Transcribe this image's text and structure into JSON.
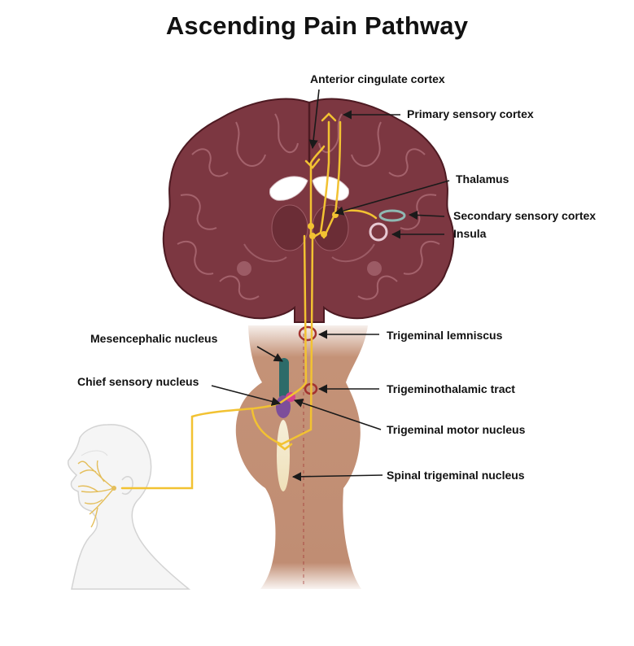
{
  "title": "Ascending Pain Pathway",
  "labels": {
    "anterior_cingulate_cortex": "Anterior cingulate cortex",
    "primary_sensory_cortex": "Primary sensory cortex",
    "thalamus": "Thalamus",
    "secondary_sensory_cortex": "Secondary sensory cortex",
    "insula": "Insula",
    "trigeminal_lemniscus": "Trigeminal lemniscus",
    "mesencephalic_nucleus": "Mesencephalic nucleus",
    "chief_sensory_nucleus": "Chief sensory nucleus",
    "trigeminothalamic_tract": "Trigeminothalamic tract",
    "trigeminal_motor_nucleus": "Trigeminal motor nucleus",
    "spinal_trigeminal_nucleus": "Spinal trigeminal nucleus"
  },
  "colors": {
    "brain": "#7a3540",
    "brain_outline": "#4d1a22",
    "brainstem": "#c49277",
    "pathway": "#f2c232",
    "mesencephalic": "#2d6b69",
    "chief_sensory": "#7d4e9a",
    "motor_nucleus": "#d3428c",
    "spinal_nucleus": "#f3ead2",
    "secondary_ring": "#8fb9b3",
    "insula_ring": "#e7c9d3",
    "lemniscus_ring": "#a2332f"
  }
}
